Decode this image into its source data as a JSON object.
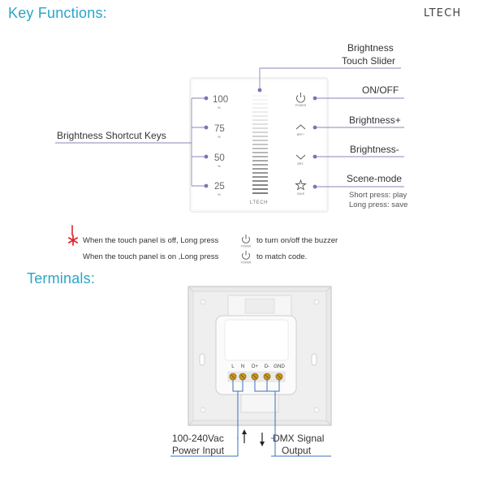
{
  "header": {
    "key_functions_title": "Key Functions:",
    "brand": "LTECH"
  },
  "panel": {
    "brand": "LTECH",
    "keys_left": [
      {
        "value": "100",
        "unit": "%"
      },
      {
        "value": "75",
        "unit": "%"
      },
      {
        "value": "50",
        "unit": "%"
      },
      {
        "value": "25",
        "unit": "%"
      }
    ],
    "keys_right": [
      {
        "icon": "power-icon",
        "caption": "POWER"
      },
      {
        "icon": "chevron-up-icon",
        "caption": "BRT+"
      },
      {
        "icon": "chevron-down-icon",
        "caption": "BRT-"
      },
      {
        "icon": "star-icon",
        "caption": "SAVE"
      }
    ]
  },
  "callouts": {
    "slider": [
      "Brightness",
      "Touch Slider"
    ],
    "on_off": "ON/OFF",
    "brightness_plus": "Brightness+",
    "brightness_minus": "Brightness-",
    "scene_mode": "Scene-mode",
    "short_press": "Short press: play",
    "long_press": "Long press: save",
    "shortcut_keys": "Brightness Shortcut Keys"
  },
  "notes": {
    "line1_before": "When the touch panel is off, Long press",
    "line1_after": "to turn on/off the buzzer",
    "line2_before": "When the touch panel is on ,Long press",
    "line2_after": "to match code.",
    "icon_caption": "POWER"
  },
  "terminals": {
    "title": "Terminals:",
    "labels": [
      "L",
      "N",
      "D+",
      "D-",
      "GND"
    ],
    "power_input": [
      "100-240Vac",
      "Power Input"
    ],
    "dmx_output": [
      "DMX Signal",
      "Output"
    ]
  },
  "colors": {
    "accent": "#2aa6c6",
    "dot": "#7a74b8",
    "star": "#e0232a"
  }
}
